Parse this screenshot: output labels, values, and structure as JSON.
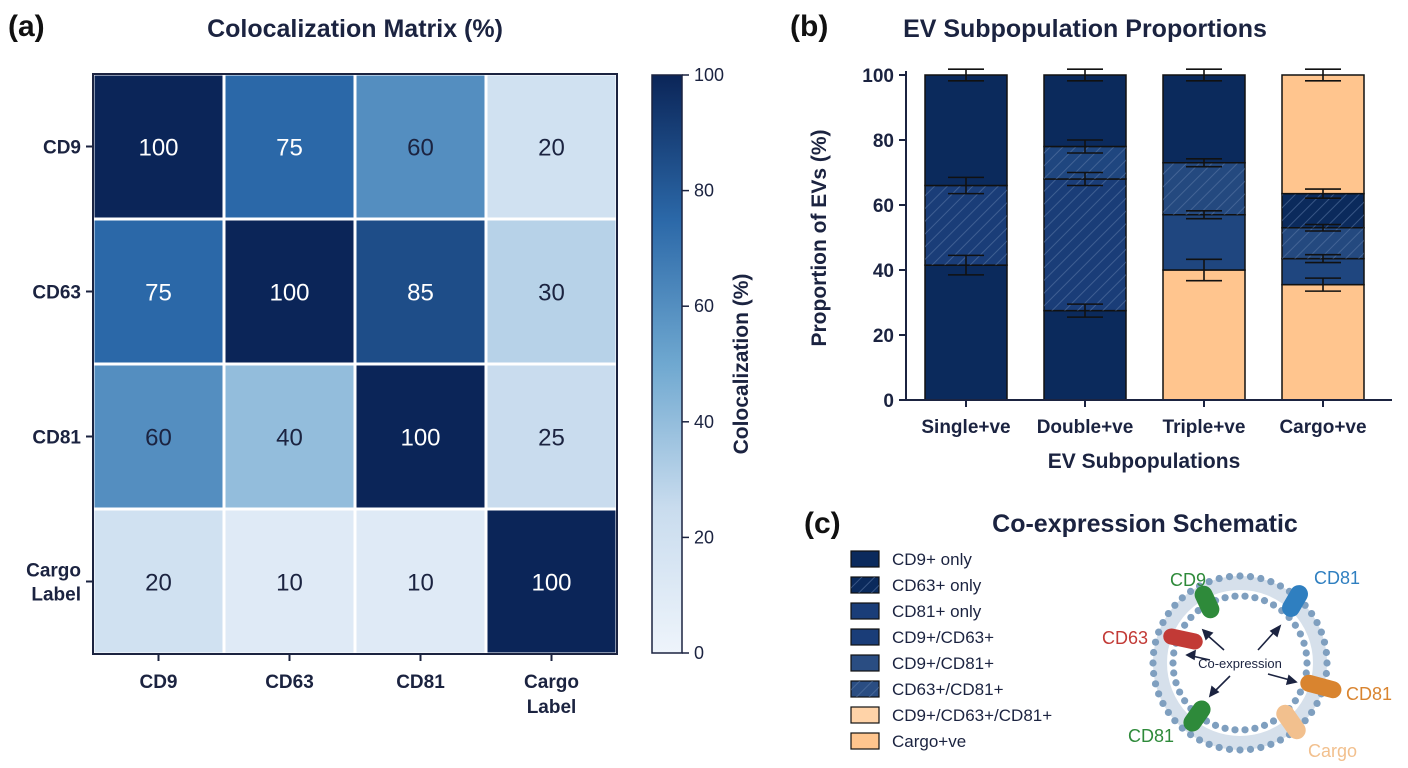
{
  "chart_data": [
    {
      "panel": "(a)",
      "type": "heatmap",
      "title": "Colocalization Matrix (%)",
      "rows": [
        "CD9",
        "CD63",
        "CD81",
        "Cargo Label"
      ],
      "columns": [
        "CD9",
        "CD63",
        "CD81",
        "Cargo Label"
      ],
      "values": [
        [
          100,
          75,
          60,
          20
        ],
        [
          75,
          100,
          85,
          30
        ],
        [
          60,
          40,
          100,
          25
        ],
        [
          20,
          10,
          10,
          100
        ]
      ],
      "colorbar": {
        "label": "Colocalization (%)",
        "range": [
          0,
          100
        ],
        "ticks": [
          0,
          20,
          40,
          60,
          80,
          100
        ],
        "color_low": "#eef4fb",
        "color_high": "#0b2558"
      }
    },
    {
      "panel": "(b)",
      "type": "bar",
      "stacked": true,
      "title": "EV Subpopulation Proportions",
      "xlabel": "EV Subpopulations",
      "ylabel": "Proportion of EVs (%)",
      "ylim": [
        0,
        100
      ],
      "yticks": [
        0,
        20,
        40,
        60,
        80,
        100
      ],
      "categories": [
        "Single+ve",
        "Double+ve",
        "Triple+ve",
        "Cargo+ve"
      ],
      "bars": [
        {
          "segments": [
            {
              "from": 0,
              "to": 41.5,
              "fill": "#0b2a5c",
              "hatch": false,
              "err": 3
            },
            {
              "from": 41.5,
              "to": 66,
              "fill": "#1a3d78",
              "hatch": true,
              "err": 2.5
            },
            {
              "from": 66,
              "to": 100,
              "fill": "#0b2a5c",
              "hatch": false,
              "err": 1.8
            }
          ]
        },
        {
          "segments": [
            {
              "from": 0,
              "to": 27.5,
              "fill": "#0b2a5c",
              "hatch": false,
              "err": 2
            },
            {
              "from": 27.5,
              "to": 68,
              "fill": "#1a3d78",
              "hatch": true,
              "err": 2
            },
            {
              "from": 68,
              "to": 78,
              "fill": "#1f467f",
              "hatch": true,
              "err": 2
            },
            {
              "from": 78,
              "to": 100,
              "fill": "#0b2a5c",
              "hatch": false,
              "err": 1.8
            }
          ]
        },
        {
          "segments": [
            {
              "from": 0,
              "to": 40,
              "fill": "#ffc58e",
              "hatch": false,
              "err": 3.3
            },
            {
              "from": 40,
              "to": 57,
              "fill": "#1f467f",
              "hatch": false,
              "err": 1.2
            },
            {
              "from": 57,
              "to": 73,
              "fill": "#24497f",
              "hatch": true,
              "err": 1.2
            },
            {
              "from": 73,
              "to": 100,
              "fill": "#0b2a5c",
              "hatch": false,
              "err": 1.8
            }
          ]
        },
        {
          "segments": [
            {
              "from": 0,
              "to": 35.5,
              "fill": "#ffc58e",
              "hatch": false,
              "err": 2
            },
            {
              "from": 35.5,
              "to": 43.5,
              "fill": "#1f467f",
              "hatch": false,
              "err": 1.2
            },
            {
              "from": 43.5,
              "to": 53,
              "fill": "#24497f",
              "hatch": true,
              "err": 1
            },
            {
              "from": 53,
              "to": 63.5,
              "fill": "#0b2a5c",
              "hatch": true,
              "err": 1.4
            },
            {
              "from": 63.5,
              "to": 100,
              "fill": "#ffc58e",
              "hatch": false,
              "err": 1.8
            }
          ]
        }
      ]
    }
  ],
  "schematic": {
    "letter": "(c)",
    "title": "Co-expression Schematic",
    "legend": [
      {
        "label": "CD9+ only",
        "fill": "#0b2a5c",
        "hatch": false
      },
      {
        "label": "CD63+ only",
        "fill": "#0b2a5c",
        "hatch": true
      },
      {
        "label": "CD81+ only",
        "fill": "#1a3d78",
        "hatch": false
      },
      {
        "label": "CD9+/CD63+",
        "fill": "#1a3d78",
        "hatch": false
      },
      {
        "label": "CD9+/CD81+",
        "fill": "#2a4d82",
        "hatch": false
      },
      {
        "label": "CD63+/CD81+",
        "fill": "#2a4d82",
        "hatch": true
      },
      {
        "label": "CD9+/CD63+/CD81+",
        "fill": "#ffd3a8",
        "hatch": false
      },
      {
        "label": "Cargo+ve",
        "fill": "#ffc58e",
        "hatch": false
      }
    ],
    "center_label": "Co-expression",
    "markers": [
      {
        "label": "CD9",
        "color": "#2e8a3a"
      },
      {
        "label": "CD81",
        "color": "#2f7fc0"
      },
      {
        "label": "CD63",
        "color": "#c23a36"
      },
      {
        "label": "CD81",
        "color": "#d9842f"
      },
      {
        "label": "CD81",
        "color": "#2e8a3a"
      },
      {
        "label": "Cargo",
        "color": "#f2c08e"
      }
    ]
  },
  "panel_letters": {
    "a": "(a)",
    "b": "(b)"
  }
}
